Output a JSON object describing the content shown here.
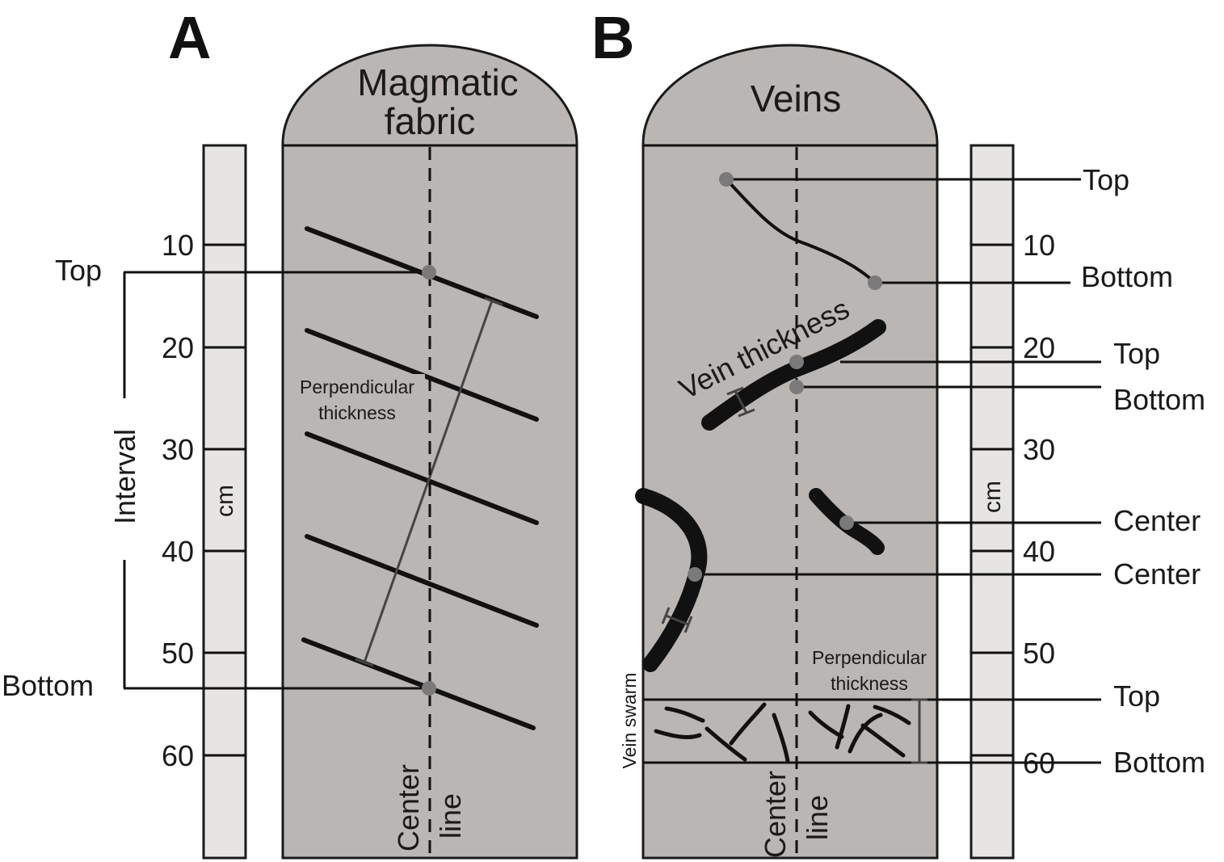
{
  "panels": {
    "a": {
      "letter": "A",
      "title_line1": "Magmatic",
      "title_line2": "fabric",
      "scale_unit": "cm",
      "interval_label": "Interval",
      "top_label": "Top",
      "bottom_label": "Bottom",
      "perp_line1": "Perpendicular",
      "perp_line2": "thickness",
      "center_line1": "Center",
      "center_line2": "line"
    },
    "b": {
      "letter": "B",
      "title": "Veins",
      "scale_unit": "cm",
      "vein_thickness": "Vein thickness",
      "vein_swarm": "Vein swarm",
      "perp_line1": "Perpendicular",
      "perp_line2": "thickness",
      "center_line1": "Center",
      "center_line2": "line",
      "labels": [
        "Top",
        "Bottom",
        "Top",
        "Bottom",
        "Center",
        "Center",
        "Top",
        "Bottom"
      ]
    }
  },
  "scale_ticks": [
    "10",
    "20",
    "30",
    "40",
    "50",
    "60"
  ]
}
